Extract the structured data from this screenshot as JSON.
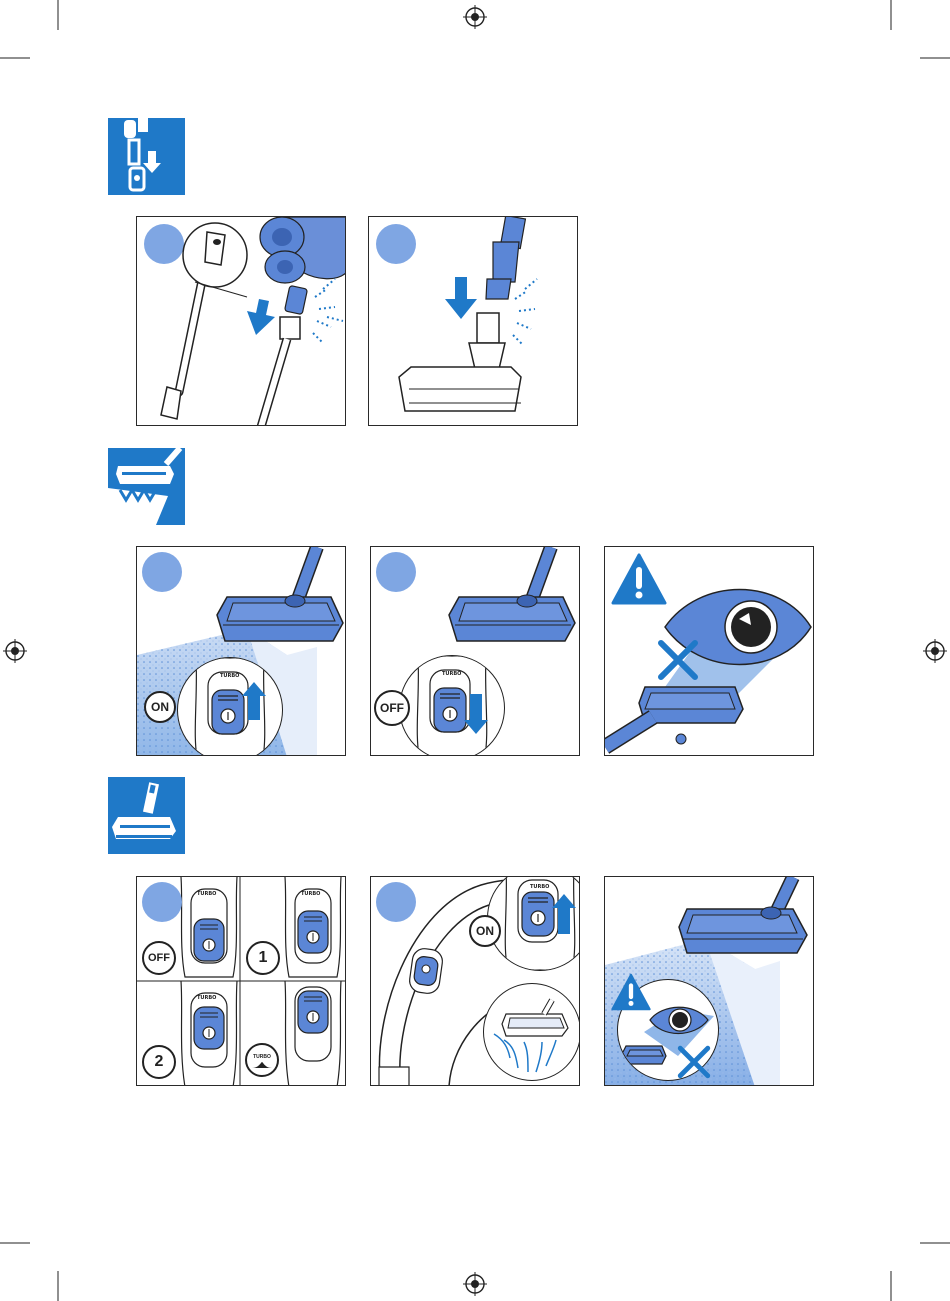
{
  "colors": {
    "accent_blue": "#1f79c8",
    "step_circle": "#7fa6e3",
    "device_blue": "#5b86d6",
    "device_blue_dark": "#3c64b3",
    "spray_blue": "#8fb6e8",
    "outline": "#222222"
  },
  "icons": [
    "registration-mark-icon",
    "assemble-icon",
    "nozzle-light-icon",
    "upright-icon",
    "warning-icon",
    "x-icon",
    "eye-icon",
    "arrow-up-icon",
    "arrow-down-icon"
  ],
  "row1": {
    "panel1": {},
    "panel2": {}
  },
  "row2": {
    "panel1": {
      "badge": "ON",
      "switch_label": "TURBO"
    },
    "panel2": {
      "badge": "OFF",
      "switch_label": "TURBO"
    },
    "panel3": {}
  },
  "row3": {
    "grid": [
      {
        "badge": "OFF",
        "switch_label": "TURBO"
      },
      {
        "badge": "1",
        "switch_label": "TURBO"
      },
      {
        "badge": "2",
        "switch_label": "TURBO"
      },
      {
        "badge": "TURBO",
        "switch_label": ""
      }
    ],
    "panel2": {
      "badge": "ON",
      "switch_label": "TURBO"
    },
    "panel3": {}
  }
}
